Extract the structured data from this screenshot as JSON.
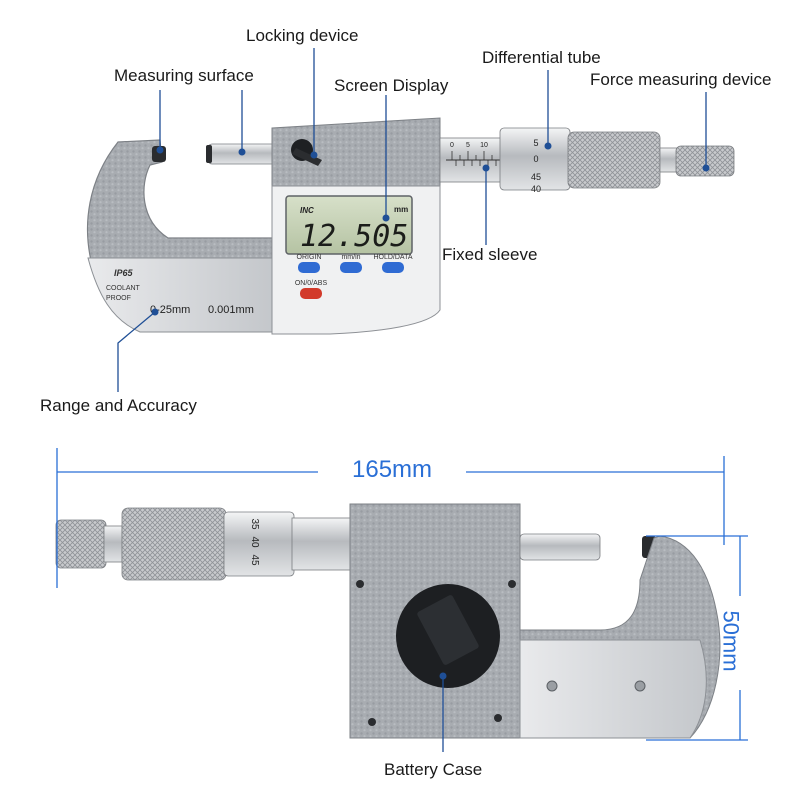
{
  "callouts": {
    "measuring_surface": "Measuring surface",
    "locking_device": "Locking device",
    "screen_display": "Screen Display",
    "differential_tube": "Differential tube",
    "force_measuring_device": "Force measuring device",
    "fixed_sleeve": "Fixed sleeve",
    "range_accuracy": "Range and Accuracy",
    "battery_case": "Battery Case"
  },
  "dimensions": {
    "length": "165mm",
    "height": "50mm"
  },
  "device_top": {
    "lcd_mode": "INC",
    "lcd_unit": "mm",
    "lcd_reading": "12.505",
    "buttons": [
      "ORIGIN",
      "mm/in",
      "HOLD/DATA",
      "ON/0/ABS"
    ],
    "badge": "IP65",
    "coolant": "COOLANT",
    "proof": "PROOF",
    "range": "0-25mm",
    "resolution": "0.001mm",
    "sleeve_scale": [
      "0",
      "5",
      "10"
    ],
    "thimble_scale": [
      "5",
      "0",
      "45",
      "40"
    ]
  },
  "device_bottom": {
    "thimble_scale": [
      "35",
      "40",
      "45"
    ]
  },
  "colors": {
    "accent": "#2a6fd6",
    "callout_line": "#1f4f96",
    "frame": "#a9adb2",
    "lcd": "#c7d3b8",
    "button_blue": "#2f6bd3",
    "button_red": "#d23a2a"
  }
}
